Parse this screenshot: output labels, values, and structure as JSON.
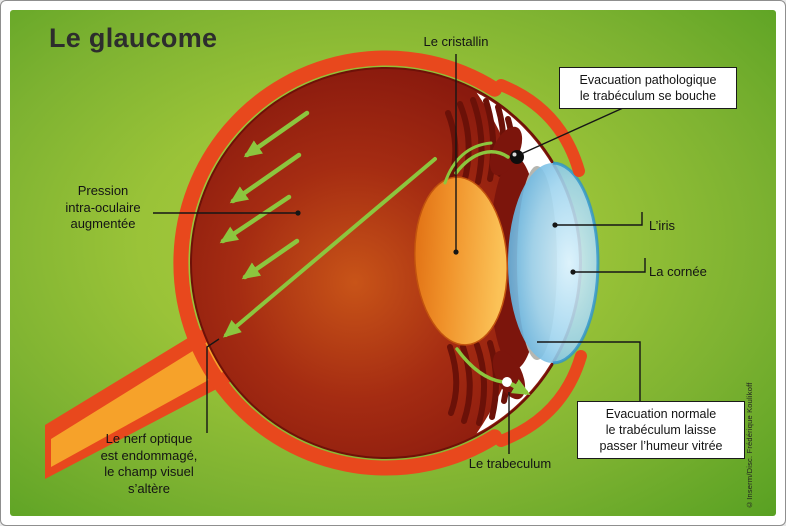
{
  "title": "Le glaucome",
  "credit": "©Inserm/Disc. Frédérique Koulikoff",
  "labels": {
    "cristallin": "Le cristallin",
    "evacuation_pathologique": "Evacuation pathologique\nle trabéculum se bouche",
    "pression": "Pression\nintra-oculaire\naugmentée",
    "iris": "L’iris",
    "cornee": "La cornée",
    "nerf_optique": "Le nerf optique\nest endommagé,\nle champ visuel\ns’altère",
    "trabeculum": "Le trabeculum",
    "evacuation_normale": "Evacuation normale\nle trabéculum laisse\npasser l’humeur vitrée"
  },
  "colors": {
    "background_green": "#93bf37",
    "eye_dark_red": "#7c150c",
    "eye_mid_red": "#a52c12",
    "rim_orange_red": "#e8481d",
    "optic_nerve_orange": "#f6a22a",
    "lens_orange": "#f0922a",
    "cornea_blue": "#9fd4ee",
    "iris_gray": "#b6b6b0",
    "arrow_green": "#8cc63e",
    "streak_dark_red": "#6b1108",
    "label_text": "#141414",
    "box_background": "#ffffff"
  }
}
